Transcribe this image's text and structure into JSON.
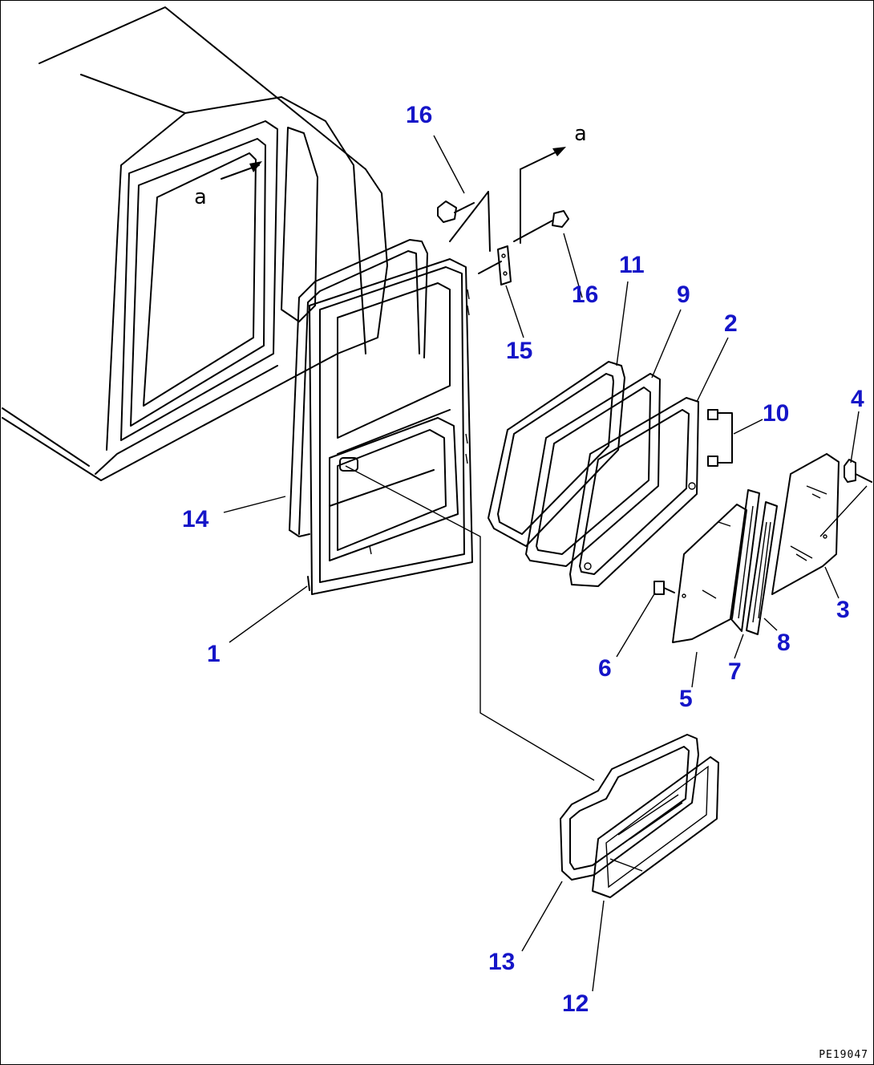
{
  "callouts": {
    "c1": "1",
    "c2": "2",
    "c3": "3",
    "c4": "4",
    "c5": "5",
    "c6": "6",
    "c7": "7",
    "c8": "8",
    "c9": "9",
    "c10": "10",
    "c11": "11",
    "c12": "12",
    "c13": "13",
    "c14": "14",
    "c15": "15",
    "c16a": "16",
    "c16b": "16"
  },
  "view_refs": {
    "left": "a",
    "right": "a"
  },
  "drawing_code": "PE19047",
  "colors": {
    "callout": "#1515c8",
    "line": "#000000",
    "background": "#ffffff"
  }
}
